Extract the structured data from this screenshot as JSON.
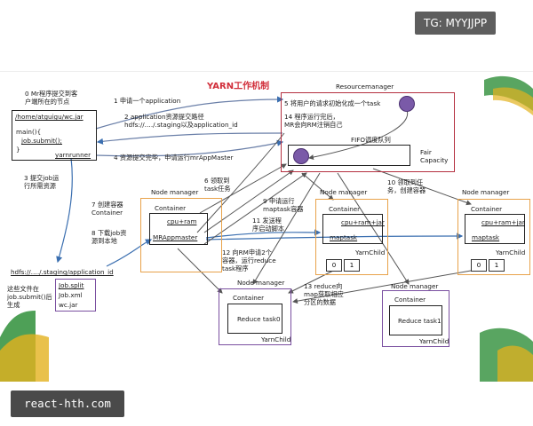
{
  "brand": {
    "tag": "TG: MYYJJPP",
    "watermark": "react-hth.com"
  },
  "title": "YARN工作机制",
  "rm": {
    "name": "Resourcemanager",
    "fifo": "FIFO调度队列",
    "scheduler": "Fair\nCapacity"
  },
  "client": {
    "step0": "0 Mr程序提交到客\n户端所在的节点",
    "jar": "/home/atguigu/wc.jar",
    "code1": "main(){",
    "code2": "job.submit();",
    "code3": "}",
    "runner": "yarnrunner"
  },
  "steps": {
    "s1": "1 申请一个application",
    "s2": "2 application资源提交路径\nhdfs://…./.staging以及application_id",
    "s3": "3 提交job运\n行所需资源",
    "s4": "4 资源提交完毕，申请运行mrAppMaster",
    "s5": "5 将用户的请求初始化成一个task",
    "s6": "6 领取到\ntask任务",
    "s7": "7 创建容器\nContainer",
    "s8": "8 下载job资\n源到本地",
    "s9": "9 申请运行\nmaptask容器",
    "s10": "10 领取到任\n务，创建容器",
    "s11": "11 发送程\n序启动脚本",
    "s12": "12 向RM申请2个\n容器，运行reduce\ntask程序",
    "s13": "13 reduce向\nmap获取相应\n分区的数据",
    "s14": "14 程序运行完后，\nMR会向RM注销自己"
  },
  "hdfs": {
    "path": "hdfs://…./.staging/application_id",
    "note": "这些文件在\njob.submit()后\n生成",
    "files": [
      "Job.split",
      "Job.xml",
      "wc.jar"
    ]
  },
  "nodes": {
    "label": "Node manager",
    "container": "Container",
    "cpu": "cpu+ram",
    "cpujar": "cpu+ram+jar",
    "mr": "MRAppmaster",
    "maptask": "maptask",
    "yarnchild": "YarnChild",
    "p0": "0",
    "p1": "1",
    "reduce0": "Reduce task0",
    "reduce1": "Reduce task1"
  },
  "colors": {
    "title": "#d12e3a",
    "rm_border": "#b43040",
    "node_border": "#e8a24a",
    "reduce_border": "#7a4fa0",
    "task_dot": "#7a5aa8"
  }
}
